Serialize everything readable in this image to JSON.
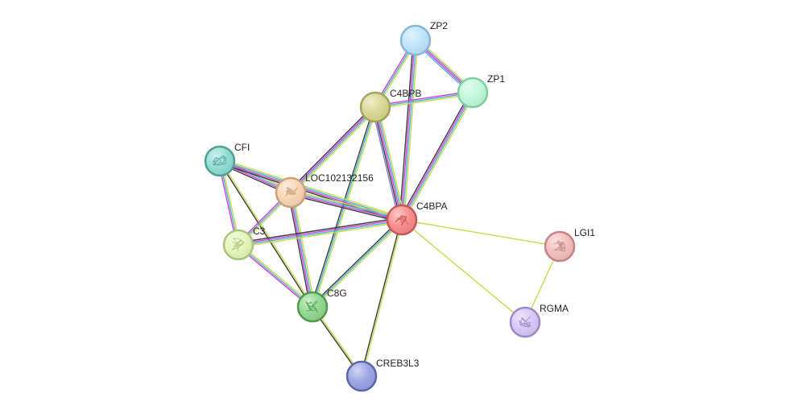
{
  "nodes": [
    {
      "id": "ZP2",
      "label": "ZP2",
      "color": "#bde3fb",
      "stroke": "#84b8d9",
      "icon": "none"
    },
    {
      "id": "ZP1",
      "label": "ZP1",
      "color": "#bff7da",
      "stroke": "#7fcf9f",
      "icon": "none"
    },
    {
      "id": "C4BPB",
      "label": "C4BPB",
      "color": "#d9d68f",
      "stroke": "#a3a15a",
      "icon": "none"
    },
    {
      "id": "CFI",
      "label": "CFI",
      "color": "#8fdcd2",
      "stroke": "#4f9f96",
      "icon": "protein-structure-icon"
    },
    {
      "id": "LOC102132156",
      "label": "LOC102132156",
      "color": "#f7d4b1",
      "stroke": "#c9a07a",
      "icon": "protein-structure-icon"
    },
    {
      "id": "C4BPA",
      "label": "C4BPA",
      "color": "#f88a8a",
      "stroke": "#c75656",
      "icon": "protein-structure-icon"
    },
    {
      "id": "LGI1",
      "label": "LGI1",
      "color": "#f2bdbd",
      "stroke": "#c28484",
      "icon": "protein-structure-icon"
    },
    {
      "id": "C3",
      "label": "C3",
      "color": "#e3f5b6",
      "stroke": "#a9c47f",
      "icon": "protein-structure-icon"
    },
    {
      "id": "C8G",
      "label": "C8G",
      "color": "#8fd68c",
      "stroke": "#4e9a4b",
      "icon": "protein-structure-icon"
    },
    {
      "id": "RGMA",
      "label": "RGMA",
      "color": "#d6c6f7",
      "stroke": "#9b88c7",
      "icon": "protein-structure-icon"
    },
    {
      "id": "CREB3L3",
      "label": "CREB3L3",
      "color": "#98a3e0",
      "stroke": "#5b66a8",
      "icon": "none"
    }
  ],
  "evidence_colors": {
    "textmining": "#c6db4a",
    "coexpression": "#3b3b3b",
    "database": "#4bb3d6",
    "experimental": "#d23fd2",
    "homology": "#7d7dde",
    "neighborhood": "#31a354",
    "cooccurrence": "#2b2bd6"
  },
  "edges": [
    {
      "source": "ZP2",
      "target": "ZP1",
      "evidence": [
        "textmining",
        "homology",
        "experimental",
        "database"
      ]
    },
    {
      "source": "ZP2",
      "target": "C4BPB",
      "evidence": [
        "textmining",
        "database",
        "experimental"
      ]
    },
    {
      "source": "ZP2",
      "target": "C4BPA",
      "evidence": [
        "textmining",
        "database",
        "experimental",
        "coexpression"
      ]
    },
    {
      "source": "ZP1",
      "target": "C4BPB",
      "evidence": [
        "textmining",
        "database",
        "experimental"
      ]
    },
    {
      "source": "ZP1",
      "target": "C4BPA",
      "evidence": [
        "textmining",
        "database",
        "experimental",
        "coexpression"
      ]
    },
    {
      "source": "C4BPB",
      "target": "LOC102132156",
      "evidence": [
        "textmining",
        "database",
        "experimental",
        "coexpression"
      ]
    },
    {
      "source": "C4BPB",
      "target": "C4BPA",
      "evidence": [
        "textmining",
        "database",
        "experimental",
        "coexpression",
        "homology"
      ]
    },
    {
      "source": "C4BPB",
      "target": "C8G",
      "evidence": [
        "textmining",
        "database",
        "coexpression"
      ]
    },
    {
      "source": "CFI",
      "target": "LOC102132156",
      "evidence": [
        "textmining",
        "database",
        "experimental",
        "coexpression"
      ]
    },
    {
      "source": "CFI",
      "target": "C4BPA",
      "evidence": [
        "textmining",
        "database",
        "experimental",
        "coexpression"
      ]
    },
    {
      "source": "CFI",
      "target": "C3",
      "evidence": [
        "textmining",
        "database",
        "experimental"
      ]
    },
    {
      "source": "CFI",
      "target": "C8G",
      "evidence": [
        "textmining",
        "coexpression"
      ]
    },
    {
      "source": "LOC102132156",
      "target": "C4BPA",
      "evidence": [
        "textmining",
        "database",
        "experimental",
        "coexpression"
      ]
    },
    {
      "source": "LOC102132156",
      "target": "C3",
      "evidence": [
        "textmining",
        "database",
        "experimental"
      ]
    },
    {
      "source": "LOC102132156",
      "target": "C8G",
      "evidence": [
        "textmining",
        "database",
        "experimental",
        "coexpression"
      ]
    },
    {
      "source": "C4BPA",
      "target": "C3",
      "evidence": [
        "textmining",
        "database",
        "experimental",
        "coexpression"
      ]
    },
    {
      "source": "C4BPA",
      "target": "C8G",
      "evidence": [
        "textmining",
        "database",
        "coexpression"
      ]
    },
    {
      "source": "C4BPA",
      "target": "LGI1",
      "evidence": [
        "textmining"
      ]
    },
    {
      "source": "C4BPA",
      "target": "RGMA",
      "evidence": [
        "textmining"
      ]
    },
    {
      "source": "C4BPA",
      "target": "CREB3L3",
      "evidence": [
        "textmining",
        "coexpression"
      ]
    },
    {
      "source": "C3",
      "target": "C8G",
      "evidence": [
        "textmining",
        "database",
        "experimental"
      ]
    },
    {
      "source": "C8G",
      "target": "CREB3L3",
      "evidence": [
        "textmining",
        "coexpression"
      ]
    },
    {
      "source": "LGI1",
      "target": "RGMA",
      "evidence": [
        "textmining"
      ]
    }
  ]
}
